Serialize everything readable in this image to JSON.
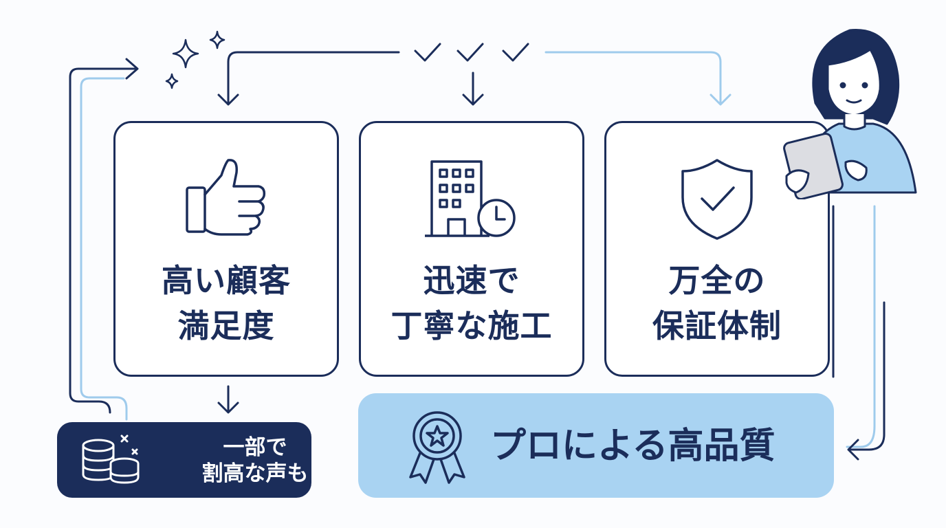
{
  "cards": [
    {
      "line1": "高い顧客",
      "line2": "満足度",
      "icon": "thumbs-up-icon"
    },
    {
      "line1": "迅速で",
      "line2": "丁寧な施工",
      "icon": "building-clock-icon"
    },
    {
      "line1": "万全の",
      "line2": "保証体制",
      "icon": "shield-check-icon"
    }
  ],
  "cost_note": {
    "line1": "一部で",
    "line2": "割高な声も",
    "icon": "coins-icon"
  },
  "quality_banner": {
    "label": "プロによる高品質",
    "icon": "award-ribbon-icon"
  },
  "colors": {
    "navy": "#1b2d5a",
    "light_blue": "#a9d3f2",
    "line_light": "#9fcbec"
  }
}
